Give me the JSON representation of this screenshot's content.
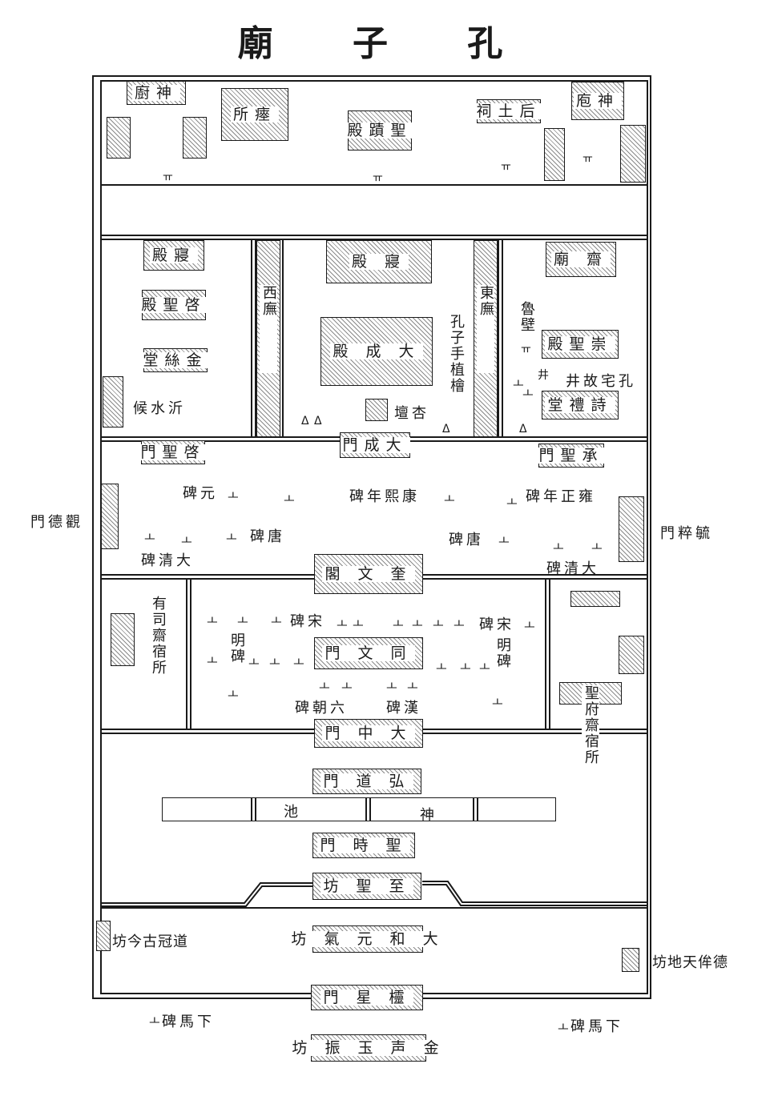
{
  "title": "廟 子 孔",
  "buildings": {
    "shenchu": "廚神",
    "zhansuo": "所瘞",
    "shengjidian": "殿蹟聖",
    "houtuci": "祠土后",
    "shenpao": "庖神",
    "qindian_w": "殿寢",
    "qidian": "殿聖啓",
    "jinsitang": "堂絲金",
    "qindian_main": "殿 寢",
    "dachengdian": "殿 成 大",
    "xingtan": "壇杏",
    "zhaimiao": "廟 齋",
    "chongshengdian": "殿聖崇",
    "shilitang": "堂禮詩",
    "qishengmen": "門聖啓",
    "dachengmen": "門成大",
    "chengshengmen": "門聖承",
    "kuiwenge": "閣 文 奎",
    "tongwenmen": "門 文 同",
    "dazhongmen": "門 中 大",
    "hongdaomen": "門 道 弘",
    "shengshimen": "門 時 聖",
    "zhishengfang": "坊 聖 至",
    "dahefang": "坊 氣 元 和 大",
    "lingxingmen": "門 星 欞",
    "jinshengfang": "坊 振 玉 声 金"
  },
  "labels": {
    "xiwu": "西廡",
    "dongwu": "東廡",
    "kongzi_gui": "孔子手植檜",
    "lubi": "魯壁",
    "jing": "井故宅孔",
    "yishui": "候水沂",
    "yuanbei": "碑元",
    "kangxi": "碑年熙康",
    "yongzheng": "碑年正雍",
    "tangbei_l": "碑唐",
    "tangbei_r": "碑唐",
    "daqing_l": "碑清大",
    "daqing_r": "碑清大",
    "guandemen": "門德觀",
    "yucuimen": "門粹毓",
    "yousi": "有司齋宿所",
    "songbei_l": "碑宋",
    "songbei_r": "碑宋",
    "mingbei_l": "明碑",
    "mingbei_r": "明碑",
    "liuchao": "碑朝六",
    "hanbei": "碑漢",
    "shengfu": "聖府齋宿所",
    "pond_1": "池",
    "pond_2": "神",
    "daoguan": "坊今古冠道",
    "dezhu": "坊地天侔德",
    "xiama_l": "碑馬下",
    "xiama_r": "碑馬下"
  },
  "symbols": {
    "tick": "ㅗ",
    "well": "井",
    "gate": "ㅠ",
    "pine": "ᐃ"
  }
}
